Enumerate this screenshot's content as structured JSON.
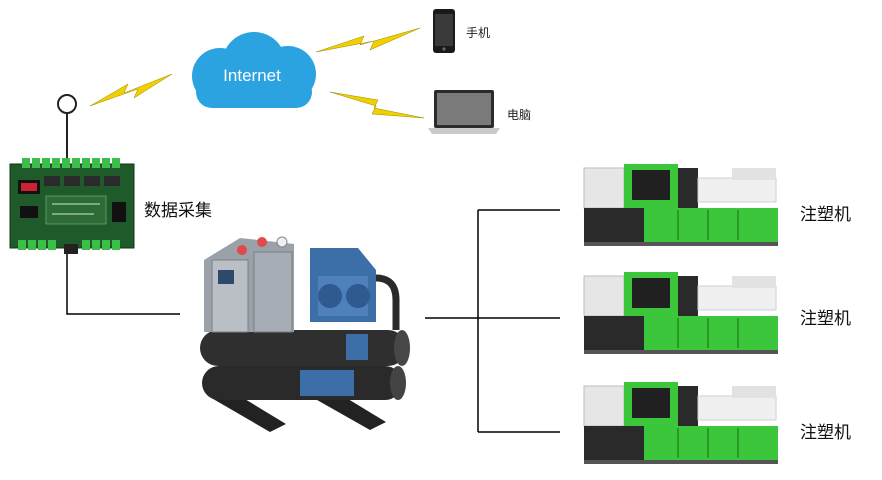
{
  "cloud": {
    "label": "Internet"
  },
  "devices": {
    "phone_label": "手机",
    "pc_label": "电脑"
  },
  "collector": {
    "label": "数据采集"
  },
  "machines": [
    {
      "label": "注塑机"
    },
    {
      "label": "注塑机"
    },
    {
      "label": "注塑机"
    }
  ],
  "colors": {
    "cloud": "#2aa3e0",
    "lightning": "#f2d000",
    "machine_green": "#3cc63c",
    "line": "#000000",
    "pcb_green": "#1e5a2a",
    "chiller_gray": "#8c939b",
    "chiller_blue": "#3c6ea8"
  }
}
